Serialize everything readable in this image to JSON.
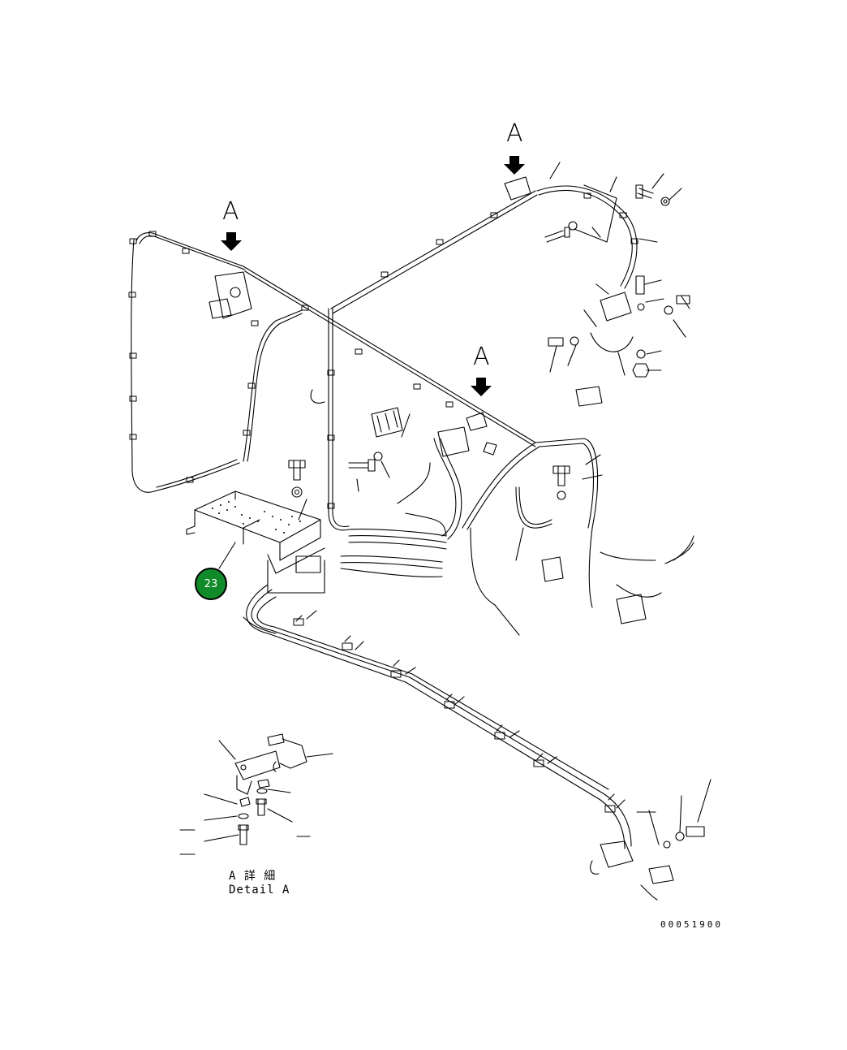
{
  "view_labels": [
    "A",
    "A",
    "A"
  ],
  "callout": {
    "number": "23",
    "color": "#118a2a"
  },
  "detail": {
    "caption_jp": "A 詳 細",
    "caption_en": "Detail A"
  },
  "drawing_number": "00051900",
  "icons": [
    "view-arrow-icon",
    "bolt-icon",
    "washer-icon",
    "nut-icon",
    "clip-icon"
  ]
}
